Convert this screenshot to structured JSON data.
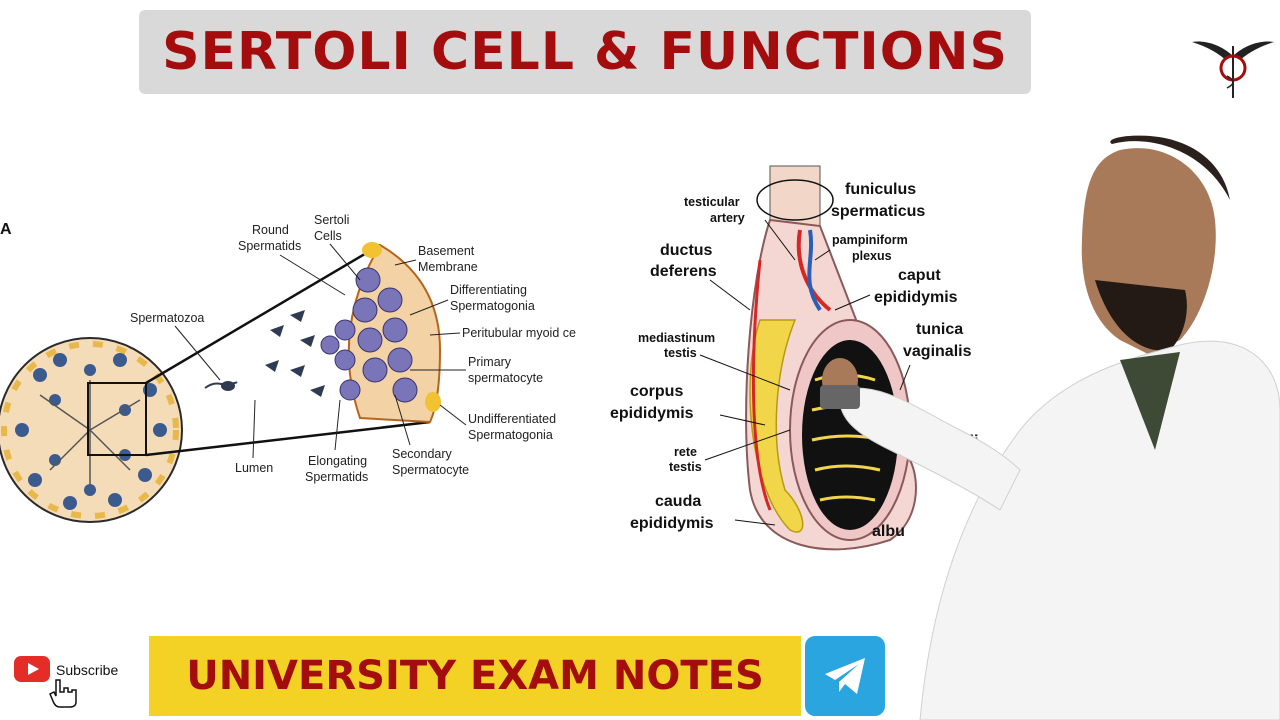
{
  "title": "SERTOLI CELL & FUNCTIONS",
  "banner": "UNIVERSITY EXAM NOTES",
  "subscribe_label": "Subscribe",
  "colors": {
    "title_text": "#a30d0d",
    "title_bg": "#d9d9d9",
    "banner_bg": "#f4d225",
    "telegram": "#2aa5e0",
    "youtube": "#e52d27"
  },
  "icons": {
    "logo": "caduceus-icon",
    "telegram": "telegram-icon",
    "youtube": "youtube-icon",
    "cursor": "hand-cursor-icon"
  },
  "left_diagram": {
    "panel_letter": "A",
    "labels": {
      "round_spermatids": [
        "Round",
        "Spermatids"
      ],
      "sertoli_cells": [
        "Sertoli",
        "Cells"
      ],
      "basement_membrane": [
        "Basement",
        "Membrane"
      ],
      "differentiating": [
        "Differentiating",
        "Spermatogonia"
      ],
      "peritubular": "Peritubular myoid ce",
      "primary": [
        "Primary",
        "spermatocyte"
      ],
      "spermatozoa": "Spermatozoa",
      "undifferentiated": [
        "Undifferentiated",
        "Spermatogonia"
      ],
      "lumen": "Lumen",
      "elongating": [
        "Elongating",
        "Spermatids"
      ],
      "secondary": [
        "Secondary",
        "Spermatocyte"
      ]
    }
  },
  "right_diagram": {
    "labels": {
      "testicular_artery": [
        "testicular",
        "artery"
      ],
      "funiculus": [
        "funiculus",
        "spermaticus"
      ],
      "pampiniform": [
        "pampiniform",
        "plexus"
      ],
      "ductus": [
        "ductus",
        "deferens"
      ],
      "caput": [
        "caput",
        "epididymis"
      ],
      "mediastinum": [
        "mediastinum",
        "testis"
      ],
      "tunica_vaginalis": [
        "tunica",
        "vaginalis"
      ],
      "corpus": [
        "corpus",
        "epididymis"
      ],
      "rete": [
        "rete",
        "testis"
      ],
      "tubuli": "buli",
      "cauda": [
        "cauda",
        "epididymis"
      ],
      "albuginea": "albu"
    }
  }
}
